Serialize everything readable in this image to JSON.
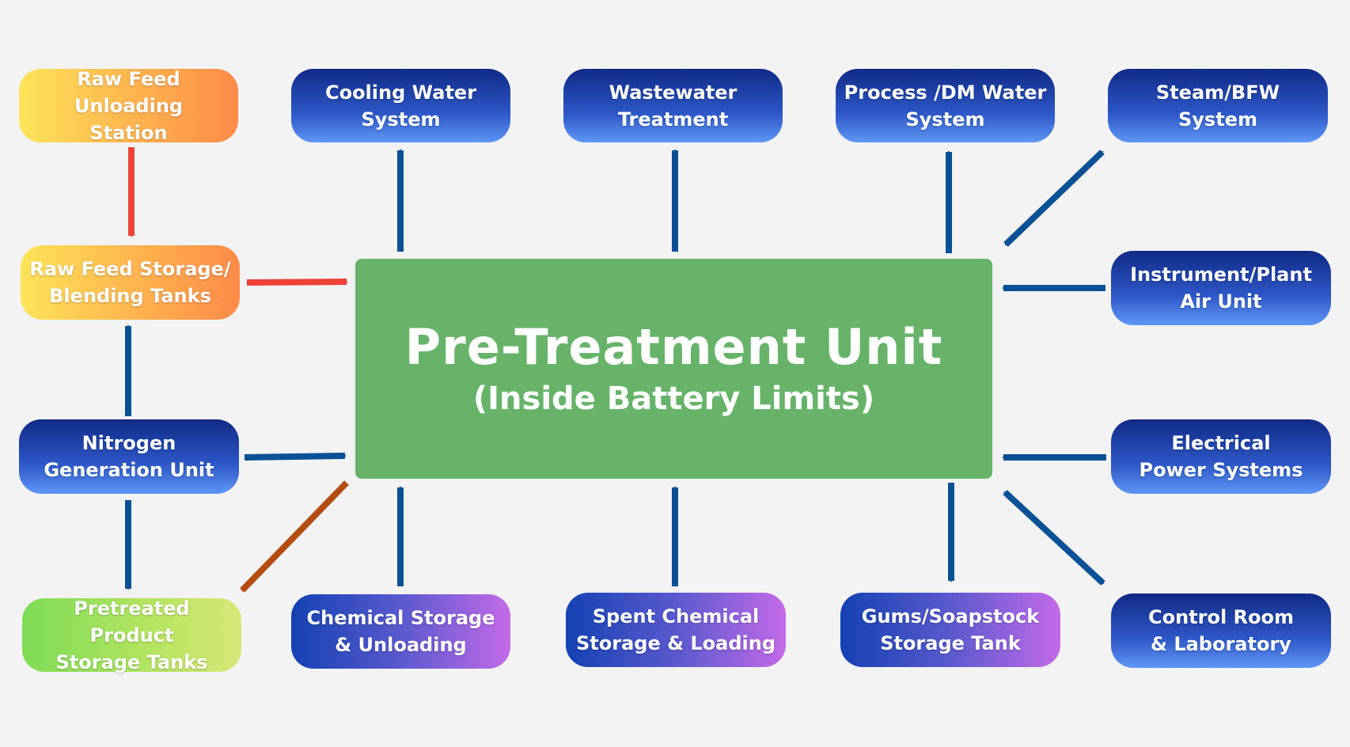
{
  "center": {
    "title": "Pre-Treatment Unit",
    "subtitle": "(Inside Battery Limits)"
  },
  "nodes": {
    "raw_feed_unloading": "Raw Feed Unloading\nStation",
    "cooling_water": "Cooling Water\nSystem",
    "wastewater": "Wastewater\nTreatment",
    "process_dm_water": "Process /DM Water\nSystem",
    "steam_bfw": "Steam/BFW System",
    "raw_feed_storage": "Raw Feed Storage/\nBlending Tanks",
    "instrument_air": "Instrument/Plant\nAir Unit",
    "nitrogen": "Nitrogen\nGeneration Unit",
    "electrical": "Electrical\nPower Systems",
    "pretreated_product": "Pretreated Product\nStorage Tanks",
    "chemical_storage": "Chemical Storage\n& Unloading",
    "spent_chemical": "Spent Chemical\nStorage & Loading",
    "gums_soapstock": "Gums/Soapstock\nStorage Tank",
    "control_room": "Control Room\n& Laboratory"
  },
  "colors": {
    "background": "#f3f3f3",
    "center_fill": "#67b36a",
    "arrow_blue": "#0b5196",
    "arrow_red": "#ef4136",
    "arrow_brown": "#b44d12"
  }
}
